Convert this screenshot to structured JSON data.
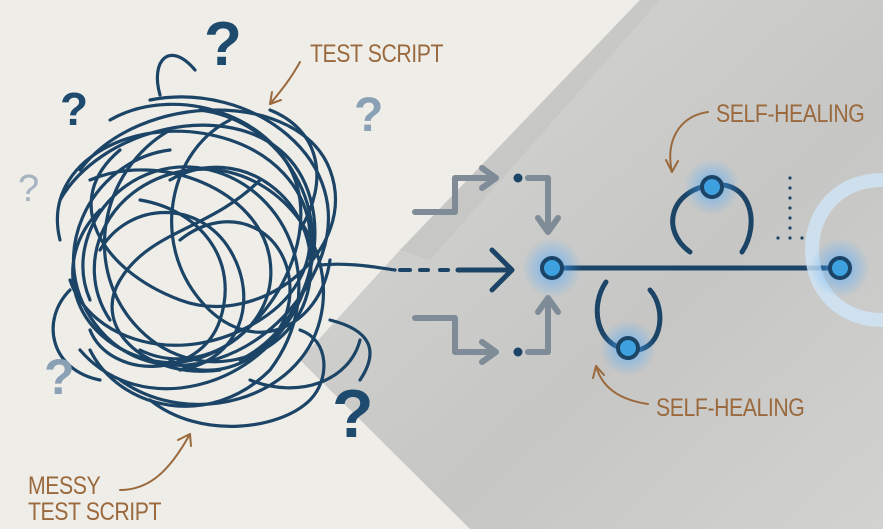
{
  "labels": {
    "test_script": "TEST SCRIPT",
    "messy_line1": "MESSY",
    "messy_line2": "TEST SCRIPT",
    "self_healing_top": "SELF-HEALING",
    "self_healing_bottom": "SELF-HEALING"
  },
  "question_mark": "?",
  "colors": {
    "background_left": "#efede8",
    "background_right": "#cfcfcf",
    "tangle_stroke": "#1b4466",
    "node_fill": "#3fa0e0",
    "node_glow": "#4aa8ff",
    "label_color": "#9a6a3e",
    "arrow_gray": "#7f8c97"
  }
}
